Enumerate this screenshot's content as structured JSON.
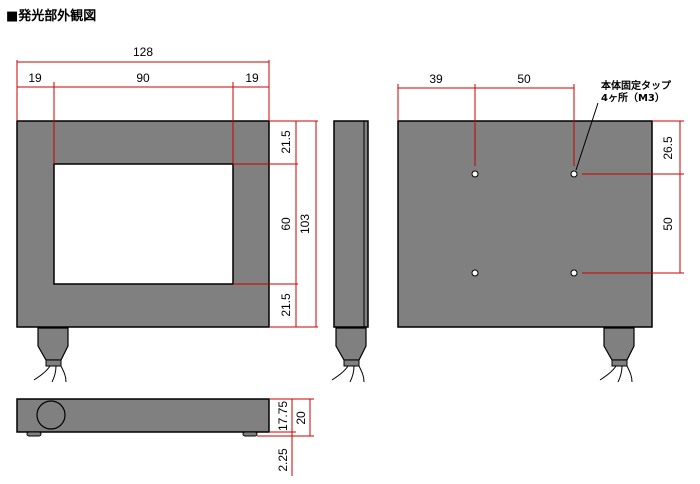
{
  "title": "■発光部外観図",
  "front": {
    "dims": {
      "total_width": "128",
      "left_margin": "19",
      "window_width": "90",
      "right_margin": "19",
      "top_margin": "21.5",
      "window_height": "60",
      "bottom_margin": "21.5",
      "total_height": "103"
    }
  },
  "back": {
    "dims": {
      "left_offset": "39",
      "hole_spacing_x": "50",
      "top_offset": "26.5",
      "hole_spacing_y": "50"
    },
    "tap_note_line1": "本体固定タップ",
    "tap_note_line2": "4ヶ所（M3）"
  },
  "bottom": {
    "dims": {
      "body_height": "17.75",
      "total_height": "20",
      "foot_height": "2.25"
    }
  },
  "colors": {
    "body": "#808080",
    "dimension_line": "#cc0000",
    "outline": "#000000"
  }
}
